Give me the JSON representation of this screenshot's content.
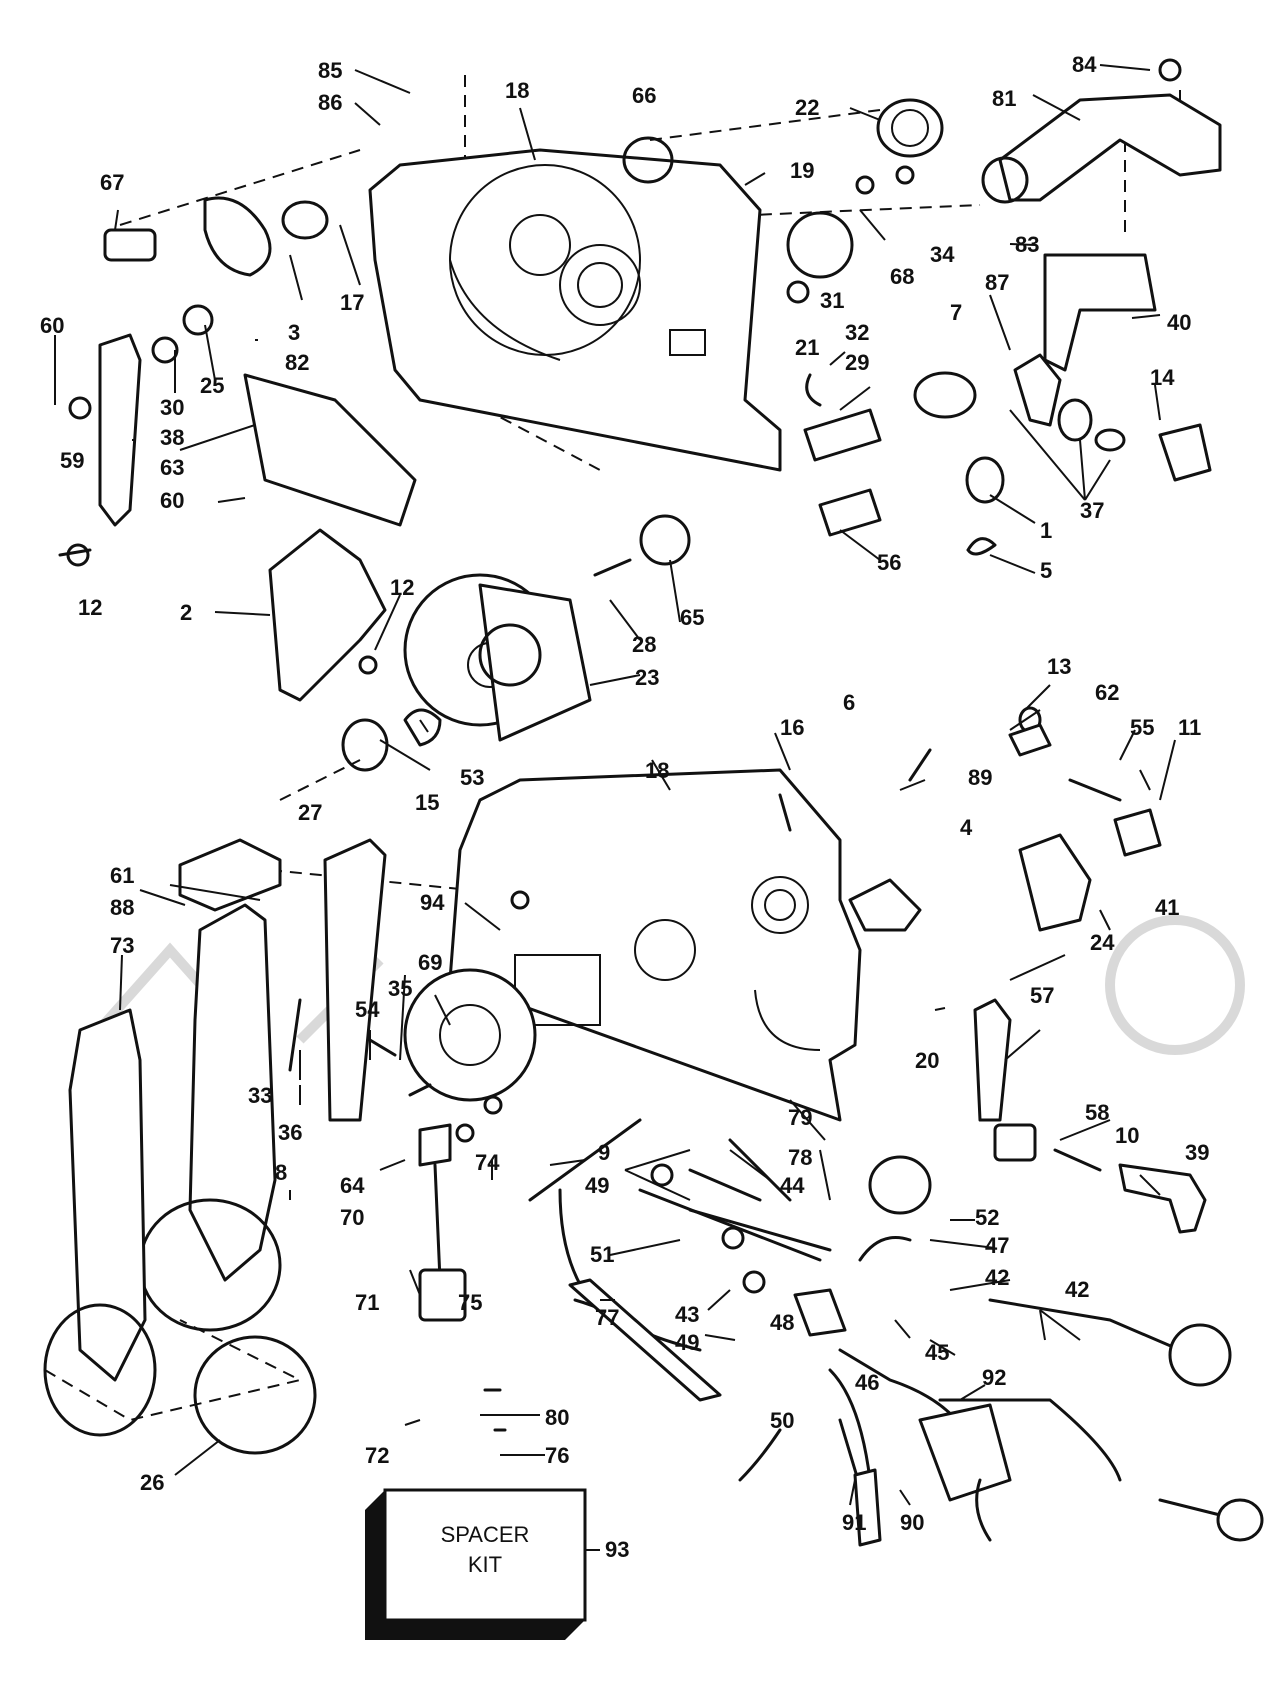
{
  "callouts": [
    "85",
    "86",
    "18",
    "66",
    "22",
    "84",
    "81",
    "67",
    "19",
    "34",
    "68",
    "83",
    "17",
    "31",
    "21",
    "40",
    "60",
    "3",
    "82",
    "25",
    "30",
    "32",
    "29",
    "7",
    "87",
    "14",
    "59",
    "38",
    "63",
    "60",
    "12",
    "37",
    "2",
    "12",
    "28",
    "65",
    "56",
    "1",
    "5",
    "23",
    "13",
    "62",
    "6",
    "55",
    "11",
    "16",
    "89",
    "4",
    "15",
    "53",
    "18",
    "41",
    "61",
    "27",
    "88",
    "73",
    "94",
    "69",
    "35",
    "54",
    "24",
    "57",
    "20",
    "33",
    "36",
    "8",
    "64",
    "74",
    "9",
    "49",
    "44",
    "78",
    "79",
    "58",
    "10",
    "39",
    "52",
    "70",
    "75",
    "51",
    "47",
    "42",
    "42",
    "43",
    "49",
    "48",
    "46",
    "45",
    "71",
    "77",
    "92",
    "50",
    "80",
    "72",
    "76",
    "91",
    "90",
    "26",
    "93"
  ],
  "kit_label": [
    "SPACER",
    "KIT"
  ]
}
